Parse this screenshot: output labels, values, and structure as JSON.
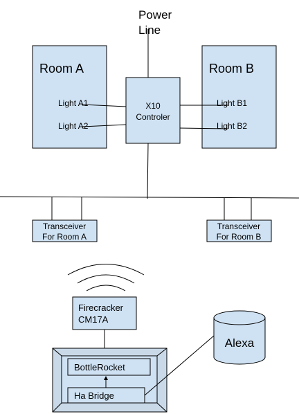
{
  "power_line": {
    "line1": "Power",
    "line2": "Line"
  },
  "room_a": {
    "title": "Room A",
    "light1": "Light A1",
    "light2": "Light A2"
  },
  "room_b": {
    "title": "Room B",
    "light1": "Light B1",
    "light2": "Light B2"
  },
  "controller": {
    "line1": "X10",
    "line2": "Controler"
  },
  "transceiver_a": {
    "line1": "Transceiver",
    "line2": "For Room A"
  },
  "transceiver_b": {
    "line1": "Transceiver",
    "line2": "For Room B"
  },
  "firecracker": {
    "line1": "Firecracker",
    "line2": "CM17A"
  },
  "bottlerocket": {
    "label": "BottleRocket"
  },
  "ha_bridge": {
    "label": "Ha Bridge"
  },
  "alexa": {
    "label": "Alexa"
  },
  "colors": {
    "box_fill": "#cfe2f3",
    "stroke": "#000000",
    "frame_fill": "#c9d9e8"
  }
}
